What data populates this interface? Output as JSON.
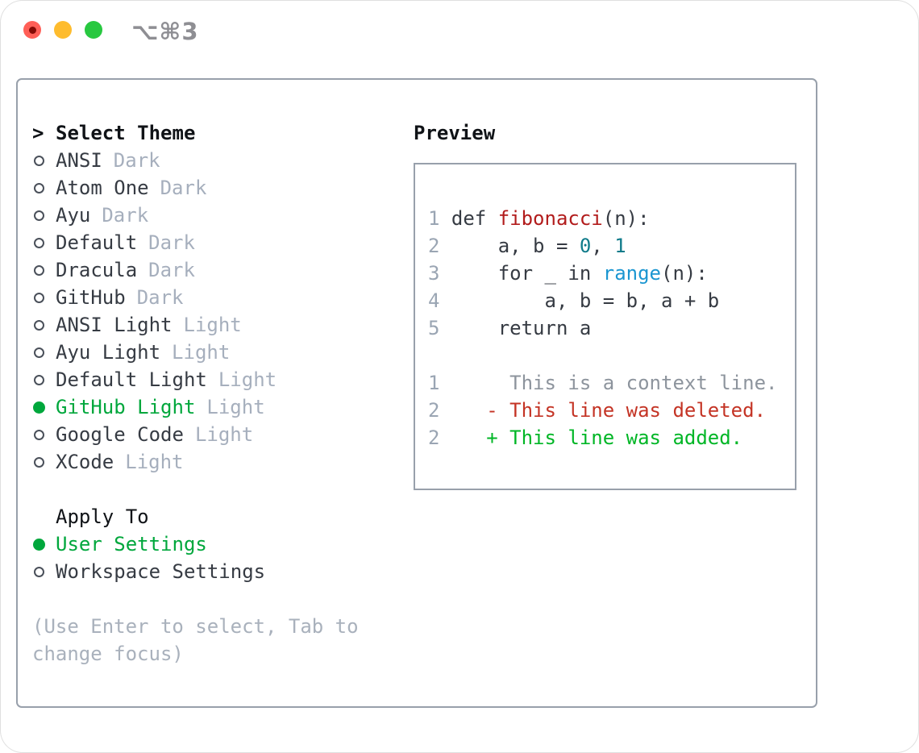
{
  "window": {
    "title": "⌥⌘3"
  },
  "palette": {
    "ink": "#363b43",
    "ink-strong": "#101317",
    "muted": "#a6afbd",
    "hint": "#a9b1bc",
    "linenum": "#9aa5b3",
    "context": "#8d949d",
    "circle": "#4a505a",
    "green": "#00a73c",
    "added": "#00b626",
    "deleted": "#c43425",
    "fn-red": "#b21c1c",
    "num-teal": "#0f7b8a",
    "builtin-blue": "#1b96d1",
    "border": "#98a0ab",
    "title": "#8e8e93",
    "tl-red": "#ff5f57",
    "tl-red-dot": "#850b05",
    "tl-yellow": "#febc2e",
    "tl-green": "#28c840"
  },
  "theme_picker": {
    "heading_prefix": ">",
    "heading": "Select Theme",
    "themes": [
      {
        "name": "ANSI",
        "variant": "Dark",
        "selected": false
      },
      {
        "name": "Atom One",
        "variant": "Dark",
        "selected": false
      },
      {
        "name": "Ayu",
        "variant": "Dark",
        "selected": false
      },
      {
        "name": "Default",
        "variant": "Dark",
        "selected": false
      },
      {
        "name": "Dracula",
        "variant": "Dark",
        "selected": false
      },
      {
        "name": "GitHub",
        "variant": "Dark",
        "selected": false
      },
      {
        "name": "ANSI Light",
        "variant": "Light",
        "selected": false
      },
      {
        "name": "Ayu Light",
        "variant": "Light",
        "selected": false
      },
      {
        "name": "Default Light",
        "variant": "Light",
        "selected": false
      },
      {
        "name": "GitHub Light",
        "variant": "Light",
        "selected": true
      },
      {
        "name": "Google Code",
        "variant": "Light",
        "selected": false
      },
      {
        "name": "XCode",
        "variant": "Light",
        "selected": false
      }
    ],
    "apply_to": {
      "heading": "Apply To",
      "options": [
        {
          "label": "User Settings",
          "selected": true
        },
        {
          "label": "Workspace Settings",
          "selected": false
        }
      ]
    },
    "hint_line1": "(Use Enter to select, Tab to",
    "hint_line2": "change focus)"
  },
  "preview": {
    "heading": "Preview",
    "code": {
      "l1": {
        "n": "1",
        "t1": " def ",
        "fn": "fibonacci",
        "t2": "(n):"
      },
      "l2": {
        "n": "2",
        "t1": "     a, b = ",
        "n1": "0",
        "t2": ", ",
        "n2": "1"
      },
      "l3": {
        "n": "3",
        "t1": "     for _ in ",
        "b1": "range",
        "t2": "(n):"
      },
      "l4": {
        "n": "4",
        "t1": "         a, b = b, a + b"
      },
      "l5": {
        "n": "5",
        "t1": "     return a"
      }
    },
    "diff": {
      "context": {
        "n": "1",
        "t": "      This is a context line."
      },
      "deleted": {
        "n": "2",
        "t": "    - This line was deleted."
      },
      "added": {
        "n": "2",
        "t": "    + This line was added."
      }
    }
  }
}
